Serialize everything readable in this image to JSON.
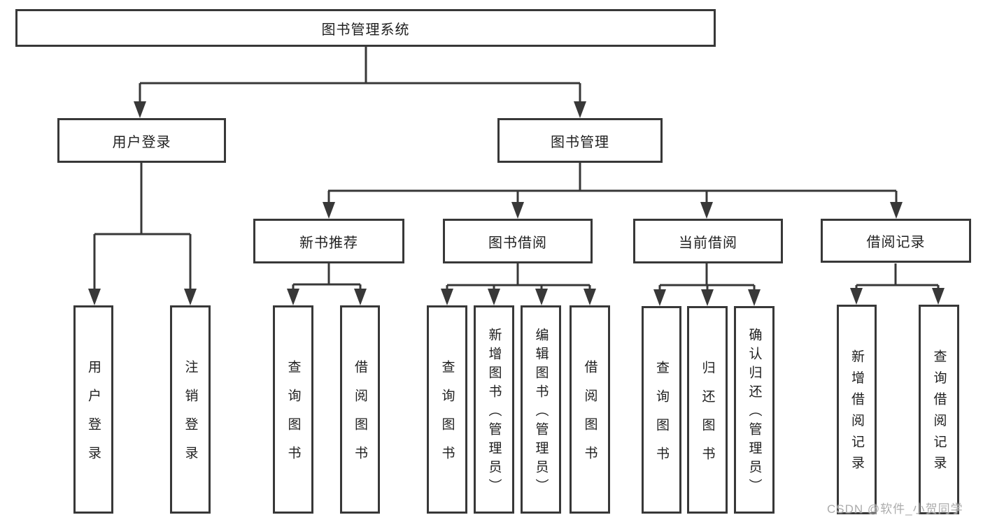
{
  "diagram": {
    "title_node": {
      "label": "图书管理系统"
    },
    "level2": {
      "user_login": {
        "label": "用户登录"
      },
      "book_mgmt": {
        "label": "图书管理"
      }
    },
    "level3": {
      "new_book_rec": {
        "label": "新书推荐"
      },
      "book_borrow": {
        "label": "图书借阅"
      },
      "current_borrow": {
        "label": "当前借阅"
      },
      "borrow_records": {
        "label": "借阅记录"
      }
    },
    "leaves": {
      "login_user_login": {
        "label": "用户登录"
      },
      "login_logout": {
        "label": "注销登录"
      },
      "rec_query_book": {
        "label": "查询图书"
      },
      "rec_borrow_book": {
        "label": "借阅图书"
      },
      "bb_query_book": {
        "label": "查询图书"
      },
      "bb_add_book_admin": {
        "label": "新增图书（管理员）"
      },
      "bb_edit_book_admin": {
        "label": "编辑图书（管理员）"
      },
      "bb_borrow_book": {
        "label": "借阅图书"
      },
      "cb_query_book": {
        "label": "查询图书"
      },
      "cb_return_book": {
        "label": "归还图书"
      },
      "cb_confirm_return_admin": {
        "label": "确认归还（管理员）"
      },
      "br_add_record": {
        "label": "新增借阅记录"
      },
      "br_query_record": {
        "label": "查询借阅记录"
      }
    }
  },
  "watermark": {
    "text": "CSDN @软件_小贺同学"
  },
  "colors": {
    "line": "#383838",
    "box_border": "#383838",
    "text": "#1f1f1f",
    "background": "#ffffff",
    "watermark": "#a8a8a8"
  }
}
